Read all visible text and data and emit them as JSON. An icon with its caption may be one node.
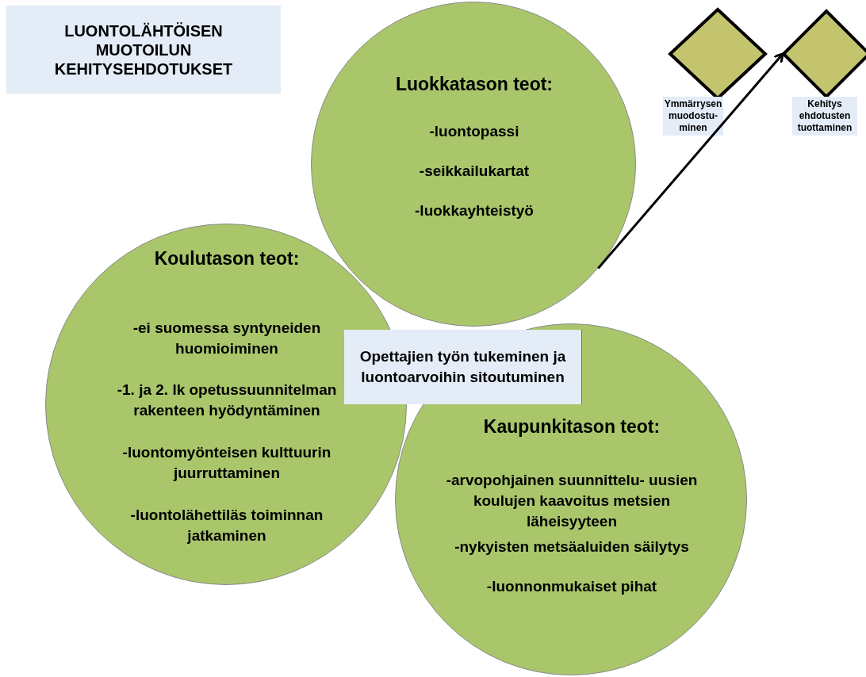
{
  "diagram": {
    "title": "LUONTOLÄHTÖISEN MUOTOILUN KEHITYSEHDOTUKSET",
    "nodes": [
      {
        "text": [
          "Luokkatason teot:",
          "-luontopassi",
          "-seikkailukartat",
          "-luokkayhteistyö"
        ]
      },
      {
        "text": [
          "Koulutason teot:",
          "-ei suomessa syntyneiden huomioiminen",
          "-1. ja 2. lk opetussuunnitelman rakenteen hyödyntäminen",
          "-luontomyönteisen kulttuurin juurruttaminen",
          "-luontolähettiläs toiminnan jatkaminen"
        ]
      },
      {
        "text": [
          "Opettajien työn tukeminen ja luontoarvoihin sitoutuminen"
        ]
      },
      {
        "text": [
          "Kaupunkitason teot:",
          "-arvopohjainen suunnittelu- uusien koulujen kaavoitus metsien läheisyyteen",
          "-nykyisten metsäaluiden säilytys",
          "-luonnonmukaiset pihat"
        ]
      },
      {
        "text": [
          "Ymmärrysen muodostu- minen"
        ]
      },
      {
        "text": [
          "Kehitys ehdotusten tuottaminen"
        ]
      }
    ],
    "edges": [
      {
        "from": 0,
        "to": 5,
        "arrow": "to"
      }
    ]
  }
}
